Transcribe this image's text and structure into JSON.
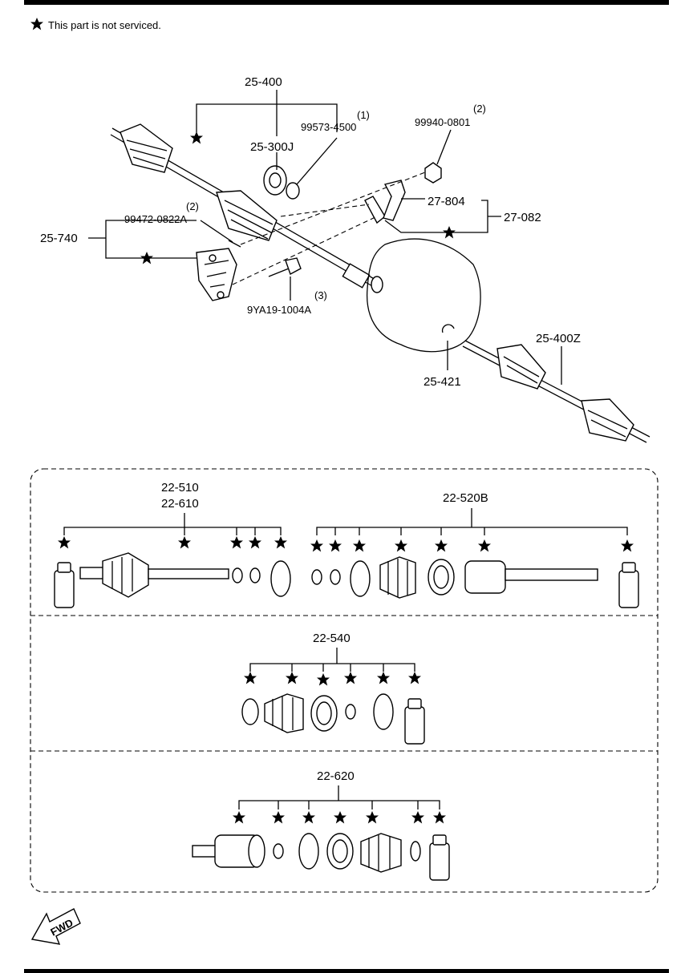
{
  "note": {
    "text": "This part is not serviced."
  },
  "main": {
    "labels": {
      "shaft_left": "25-400",
      "bearing": "25-300J",
      "clip_1": "99573-4500",
      "clip_1_qty": "(1)",
      "nut": "99940-0801",
      "nut_qty": "(2)",
      "bracket_clamp": "27-804",
      "bracket_assy": "27-082",
      "bracket": "25-740",
      "bracket_bolt": "99472-0822A",
      "bracket_bolt_qty": "(2)",
      "bolt": "9YA19-1004A",
      "bolt_qty": "(3)",
      "shaft_right": "25-400Z",
      "snap_ring": "25-421"
    }
  },
  "kits": {
    "kit_a": {
      "label1": "22-510",
      "label2": "22-610"
    },
    "kit_b": {
      "label": "22-520B"
    },
    "kit_c": {
      "label": "22-540"
    },
    "kit_d": {
      "label": "22-620"
    }
  },
  "fwd": {
    "text": "FWD"
  }
}
